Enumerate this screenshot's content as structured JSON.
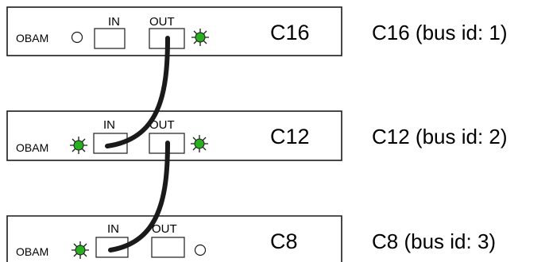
{
  "modules": [
    {
      "device": "C16",
      "description": "C16 (bus id: 1)",
      "obam_label": "OBAM",
      "in_label": "IN",
      "out_label": "OUT",
      "obam_led": "off",
      "out_led": "on"
    },
    {
      "device": "C12",
      "description": "C12 (bus id: 2)",
      "obam_label": "OBAM",
      "in_label": "IN",
      "out_label": "OUT",
      "obam_led": "on",
      "out_led": "on"
    },
    {
      "device": "C8",
      "description": "C8 (bus id: 3)",
      "obam_label": "OBAM",
      "in_label": "IN",
      "out_label": "OUT",
      "obam_led": "on",
      "out_led": "off"
    }
  ],
  "colors": {
    "led_on": "#25b11c",
    "line": "#1a1a1a"
  },
  "connections": [
    {
      "from": "C16 OUT",
      "to": "C12 IN"
    },
    {
      "from": "C12 OUT",
      "to": "C8 IN"
    }
  ]
}
